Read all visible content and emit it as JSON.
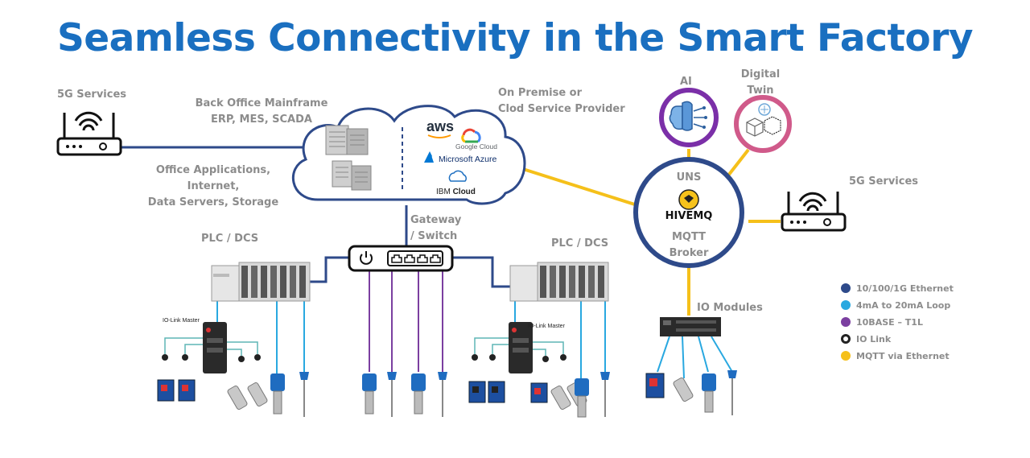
{
  "title": "Seamless Connectivity in the Smart Factory",
  "labels": {
    "services_left": "5G Services",
    "services_right": "5G Services",
    "back_office_1": "Back Office Mainframe",
    "back_office_2": "ERP, MES, SCADA",
    "office_apps_1": "Office Applications,  Internet,",
    "office_apps_2": "Data Servers, Storage",
    "on_premise_1": "On Premise or",
    "on_premise_2": "Clod Service Provider",
    "ai": "AI",
    "digital_twin_1": "Digital",
    "digital_twin_2": "Twin",
    "uns": "UNS",
    "broker_1": "MQTT",
    "broker_2": "Broker",
    "gateway_1": "Gateway",
    "gateway_2": "/ Switch",
    "plc_left": "PLC / DCS",
    "plc_right": "PLC / DCS",
    "io_modules": "IO Modules",
    "iolink_master_left": "IO-Link Master",
    "iolink_master_right": "IO-Link Master"
  },
  "cloud": {
    "aws": "aws",
    "google": "Google Cloud",
    "azure": "Microsoft Azure",
    "ibm_1": "IBM",
    "ibm_2": "Cloud"
  },
  "hivemq": "HIVEMQ",
  "legend": [
    {
      "label": "10/100/1G Ethernet",
      "color": "#2e4a8a",
      "icon": "filled-dot"
    },
    {
      "label": "4mA to 20mA Loop",
      "color": "#29a8e0",
      "icon": "filled-dot"
    },
    {
      "label": "10BASE – T1L",
      "color": "#7b3fa0",
      "icon": "filled-dot"
    },
    {
      "label": "IO Link",
      "color": "#222222",
      "icon": "io-link-dot"
    },
    {
      "label": "MQTT via Ethernet",
      "color": "#f5c01a",
      "icon": "filled-dot"
    }
  ],
  "colors": {
    "title": "#1a6fc0",
    "ethernet": "#2e4a8a",
    "loop": "#29a8e0",
    "t1l": "#7b3fa0",
    "mqtt": "#f5c01a",
    "ai_ring": "#7b2fa8",
    "twin_ring": "#d05a8a",
    "broker_ring": "#2e4a8a"
  }
}
